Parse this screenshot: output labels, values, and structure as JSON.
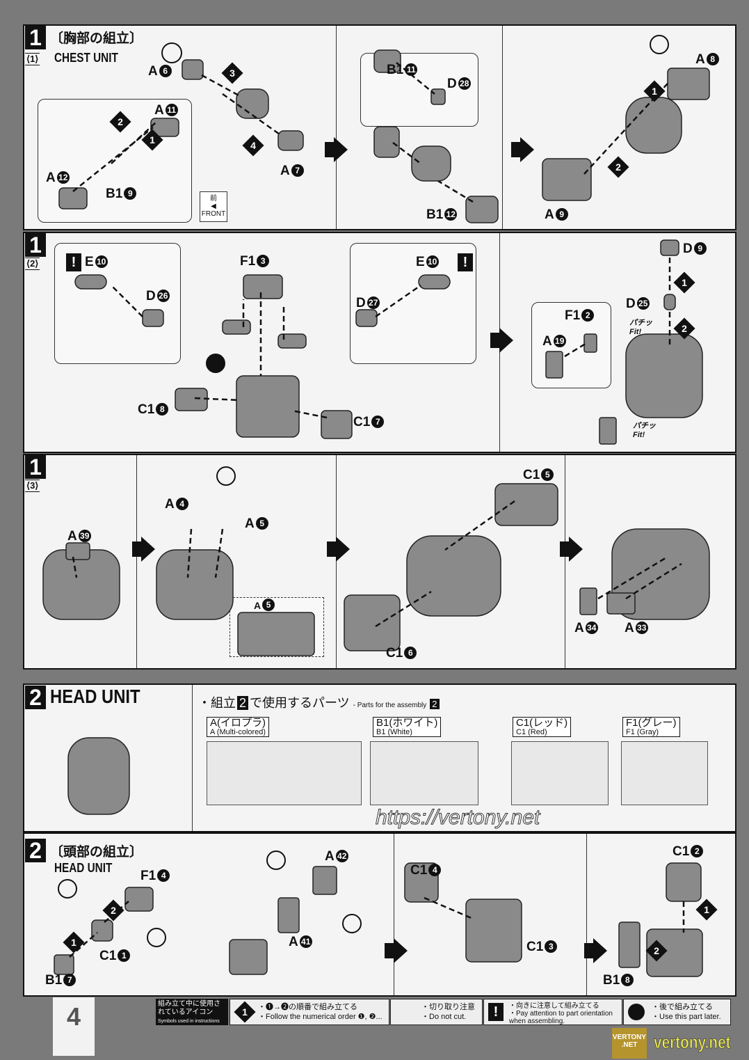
{
  "section1": {
    "number": "1",
    "title_jp": "〔胸部の組立〕",
    "title_en": "CHEST UNIT",
    "sub1": "⟨1⟩",
    "sub2": "⟨2⟩",
    "sub3": "⟨3⟩",
    "front_jp": "前",
    "front_en": "FRONT",
    "fit_jp": "パチッ",
    "fit_en": "Fit!"
  },
  "panel1": {
    "parts": [
      {
        "l": "A",
        "n": "6"
      },
      {
        "l": "A",
        "n": "11"
      },
      {
        "l": "A",
        "n": "12"
      },
      {
        "l": "B1",
        "n": "9"
      },
      {
        "l": "A",
        "n": "7"
      },
      {
        "l": "B1",
        "n": "11"
      },
      {
        "l": "D",
        "n": "28"
      },
      {
        "l": "B1",
        "n": "12"
      },
      {
        "l": "A",
        "n": "8"
      },
      {
        "l": "A",
        "n": "9"
      }
    ],
    "steps": [
      "3",
      "2",
      "1",
      "4",
      "1",
      "2"
    ]
  },
  "panel2": {
    "parts": [
      {
        "l": "E",
        "n": "10"
      },
      {
        "l": "D",
        "n": "26"
      },
      {
        "l": "F1",
        "n": "3"
      },
      {
        "l": "D",
        "n": "27"
      },
      {
        "l": "E",
        "n": "10"
      },
      {
        "l": "D",
        "n": "9"
      },
      {
        "l": "D",
        "n": "25"
      },
      {
        "l": "F1",
        "n": "2"
      },
      {
        "l": "A",
        "n": "19"
      },
      {
        "l": "C1",
        "n": "8"
      },
      {
        "l": "C1",
        "n": "7"
      }
    ],
    "steps": [
      "1",
      "2"
    ]
  },
  "panel3": {
    "parts": [
      {
        "l": "A",
        "n": "39"
      },
      {
        "l": "A",
        "n": "4"
      },
      {
        "l": "A",
        "n": "5"
      },
      {
        "l": "A",
        "n": "5"
      },
      {
        "l": "C1",
        "n": "5"
      },
      {
        "l": "C1",
        "n": "6"
      },
      {
        "l": "A",
        "n": "34"
      },
      {
        "l": "A",
        "n": "33"
      }
    ]
  },
  "section2": {
    "number": "2",
    "title_en": "HEAD UNIT",
    "title_jp": "〔頭部の組立〕",
    "parts_heading_jp": "・組立",
    "parts_heading_jp2": "で使用するパーツ",
    "parts_heading_en": "- Parts for the assembly",
    "runners": [
      {
        "jp": "A(イロプラ)",
        "en": "A (Multi-colored)"
      },
      {
        "jp": "B1(ホワイト)",
        "en": "B1 (White)"
      },
      {
        "jp": "C1(レッド)",
        "en": "C1 (Red)"
      },
      {
        "jp": "F1(グレー)",
        "en": "F1 (Gray)"
      }
    ]
  },
  "panel4": {
    "parts": [
      {
        "l": "F1",
        "n": "4"
      },
      {
        "l": "C1",
        "n": "1"
      },
      {
        "l": "B1",
        "n": "7"
      },
      {
        "l": "A",
        "n": "42"
      },
      {
        "l": "A",
        "n": "41"
      },
      {
        "l": "C1",
        "n": "4"
      },
      {
        "l": "C1",
        "n": "3"
      },
      {
        "l": "C1",
        "n": "2"
      },
      {
        "l": "B1",
        "n": "8"
      }
    ],
    "steps": [
      "2",
      "1",
      "1",
      "2"
    ]
  },
  "footer": {
    "page_number": "4",
    "legend_title_jp": "組み立て中に使用されているアイコン",
    "legend_title_en": "Symbols used in instructions",
    "items": [
      {
        "jp": "・❶→❷の順番で組み立てる",
        "en": "・Follow the numerical order ❶, ❷..."
      },
      {
        "jp": "・切り取り注意",
        "en": "・Do not cut."
      },
      {
        "jp": "・向きに注意して組み立てる",
        "en": "・Pay attention to part orientation when assembling."
      },
      {
        "jp": "・後で組み立てる",
        "en": "・Use this part later."
      }
    ]
  },
  "watermark": {
    "url": "https://vertony.net",
    "logo": "VERTONY .NET",
    "site": "vertony.net"
  }
}
